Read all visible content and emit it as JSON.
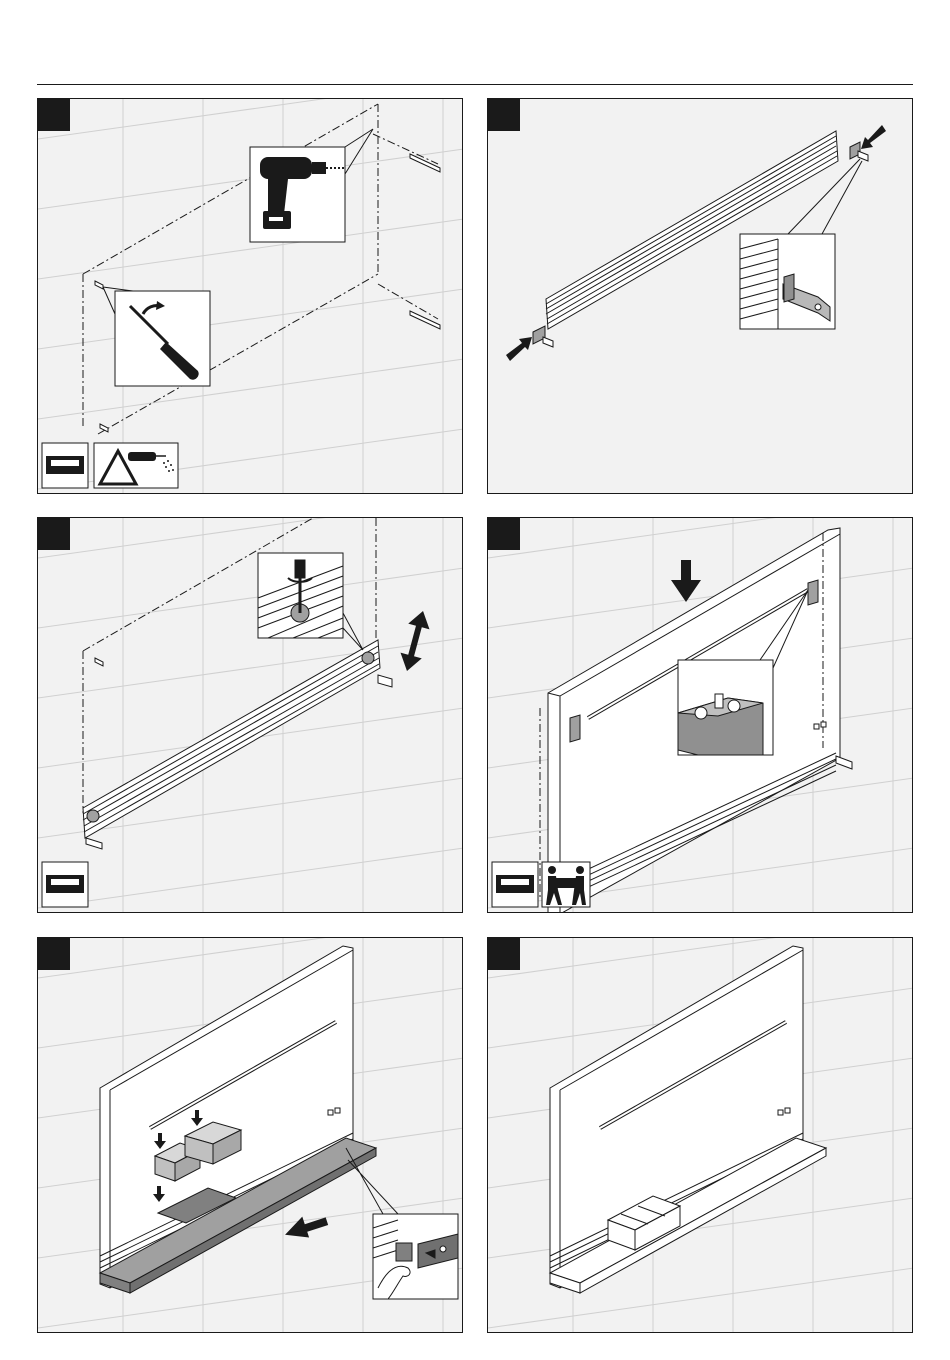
{
  "page": {
    "background": "#ffffff",
    "line_color": "#1a1a1a",
    "panel_background": "#f2f2f2",
    "accent_gray": "#808080"
  },
  "steps": [
    {
      "panel": "step-1",
      "icons": [
        "drill-icon",
        "screwdriver-icon",
        "level-icon",
        "warning-drill-icon"
      ]
    },
    {
      "panel": "step-2",
      "icons": [
        "arrow-icon",
        "bracket-detail-icon"
      ]
    },
    {
      "panel": "step-3",
      "icons": [
        "screwdriver-icon",
        "vertical-adjust-arrow-icon",
        "level-icon"
      ]
    },
    {
      "panel": "step-4",
      "icons": [
        "down-arrow-icon",
        "mount-detail-icon",
        "level-icon",
        "two-person-lift-icon"
      ]
    },
    {
      "panel": "step-5",
      "icons": [
        "down-arrow-icon",
        "push-arrow-icon",
        "hand-clip-detail-icon"
      ]
    },
    {
      "panel": "step-6",
      "icons": []
    }
  ]
}
